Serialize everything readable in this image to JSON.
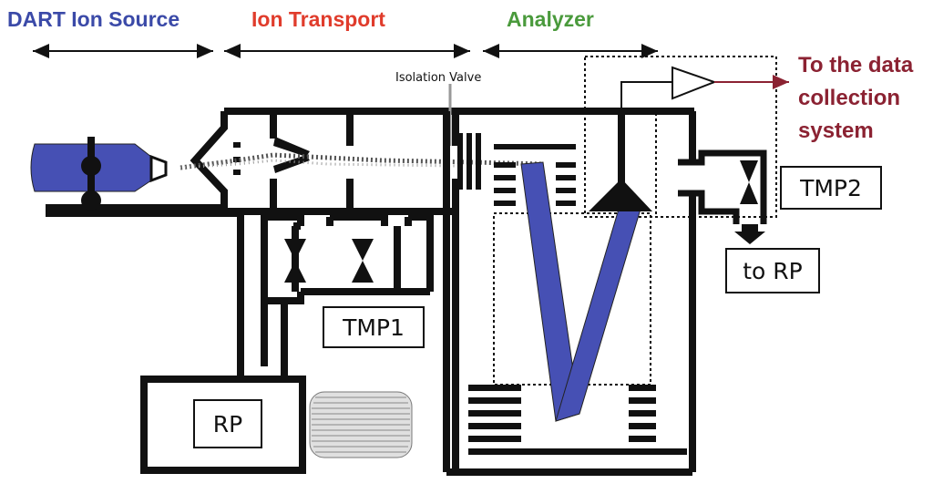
{
  "sections": {
    "source": "DART Ion Source",
    "transport": "Ion Transport",
    "analyzer": "Analyzer"
  },
  "labels": {
    "isolation_valve": "Isolation Valve",
    "data_output_line1": "To the data",
    "data_output_line2": "collection",
    "data_output_line3": "system",
    "tmp1": "TMP1",
    "tmp2": "TMP2",
    "rp_main": "RP",
    "rp_secondary": "to RP"
  },
  "colors": {
    "source": "#3b4aa8",
    "transport": "#e03c2c",
    "analyzer": "#4a9a3c",
    "output": "#8b2232",
    "flight_path": "#4650b4"
  }
}
